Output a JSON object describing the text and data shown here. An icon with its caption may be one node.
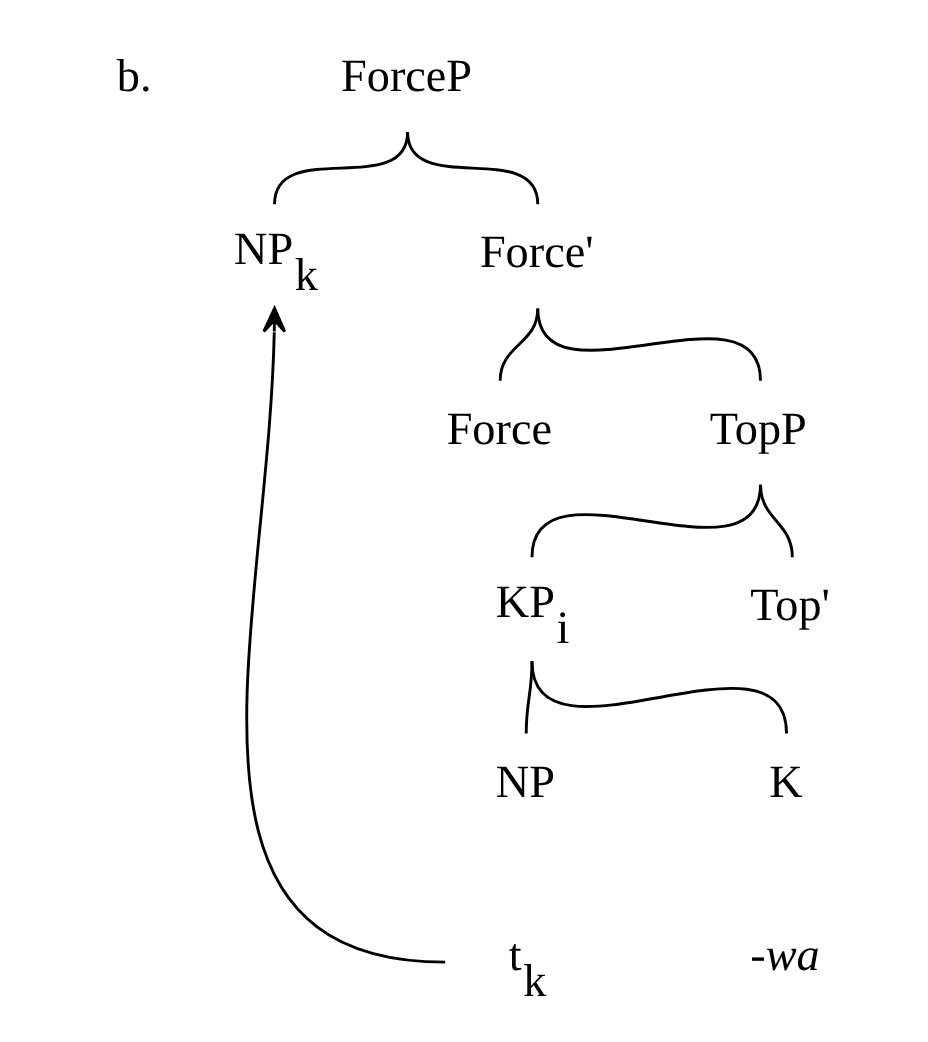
{
  "diagram": {
    "nodes": [
      {
        "text": [
          "ForceP"
        ]
      },
      {
        "text": [
          "NP$_{k}$"
        ]
      },
      {
        "text": [
          "Force'"
        ]
      },
      {
        "text": [
          "Force"
        ]
      },
      {
        "text": [
          "TopP"
        ]
      },
      {
        "text": [
          "KP$_{i}$"
        ]
      },
      {
        "text": [
          "Top'"
        ]
      },
      {
        "text": [
          "NP"
        ]
      },
      {
        "text": [
          "K"
        ]
      },
      {
        "text": [
          "t$_{k}$"
        ]
      },
      {
        "text": [
          "-wa"
        ]
      }
    ],
    "edges": [
      {
        "from": 0,
        "to": 1,
        "arrow": "none"
      },
      {
        "from": 0,
        "to": 2,
        "arrow": "none"
      },
      {
        "from": 2,
        "to": 3,
        "arrow": "none"
      },
      {
        "from": 2,
        "to": 4,
        "arrow": "none"
      },
      {
        "from": 4,
        "to": 5,
        "arrow": "none"
      },
      {
        "from": 4,
        "to": 6,
        "arrow": "none"
      },
      {
        "from": 5,
        "to": 7,
        "arrow": "none"
      },
      {
        "from": 5,
        "to": 8,
        "arrow": "none"
      },
      {
        "from": 9,
        "to": 1,
        "arrow": "to"
      }
    ],
    "labels": [
      "b."
    ]
  }
}
